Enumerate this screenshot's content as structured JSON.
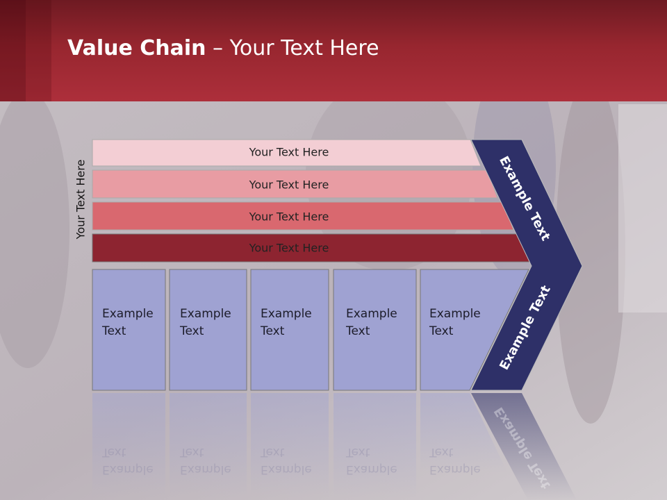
{
  "title": {
    "bold": "Value Chain",
    "rest": " – Your Text Here"
  },
  "side_label": "Your Text Here",
  "bars": [
    {
      "label": "Your Text Here",
      "color": "#f3ced4"
    },
    {
      "label": "Your Text Here",
      "color": "#e89ca3"
    },
    {
      "label": "Your Text Here",
      "color": "#d9686f"
    },
    {
      "label": "Your Text Here",
      "color": "#8d2430"
    }
  ],
  "boxes": [
    {
      "line1": "Example",
      "line2": "Text"
    },
    {
      "line1": "Example",
      "line2": "Text"
    },
    {
      "line1": "Example",
      "line2": "Text"
    },
    {
      "line1": "Example",
      "line2": "Text"
    },
    {
      "line1": "Example",
      "line2": "Text"
    }
  ],
  "chevron": {
    "upper_text": "Example Text",
    "lower_text": "Example Text",
    "color": "#2e3068"
  },
  "colors": {
    "box_fill": "#9fa2d2",
    "header": "#a82d38"
  }
}
